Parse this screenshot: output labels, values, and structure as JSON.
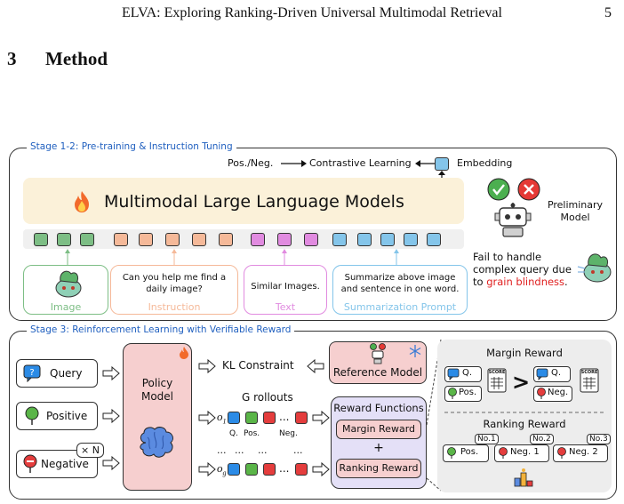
{
  "header": {
    "running_title": "ELVA: Exploring Ranking-Driven Universal Multimodal Retrieval",
    "page_number": "5"
  },
  "section": {
    "number": "3",
    "title": "Method"
  },
  "figure": {
    "stage12": {
      "label": "Stage 1-2: Pre-training & Instruction Tuning",
      "pos_neg": "Pos./Neg.",
      "contrastive": "Contrastive Learning",
      "embedding": "Embedding",
      "mllm": "Multimodal Large Language Models",
      "preliminary_model": "Preliminary Model",
      "fail_line1": "Fail to handle",
      "fail_line2": "complex query due",
      "fail_line3_prefix": "to ",
      "fail_highlight": "grain blindness",
      "fail_suffix": ".",
      "image_caption": "Image",
      "instruction_text": "Can you help me find a daily image?",
      "instruction_caption": "Instruction",
      "text_body": "Similar Images.",
      "text_caption": "Text",
      "summary_text": "Summarize above image and sentence in one word.",
      "summary_caption": "Summarization Prompt",
      "colors": {
        "image": "#7dbe85",
        "instruction": "#f5b999",
        "text": "#e18be0",
        "summary": "#84c5ea",
        "fire": "#f26a2b",
        "highlight": "#e02020"
      }
    },
    "stage3": {
      "label": "Stage 3: Reinforcement Learning with Verifiable Reward",
      "query": "Query",
      "positive": "Positive",
      "negative": "Negative",
      "times_n": "× N",
      "policy_model": "Policy Model",
      "kl_constraint": "KL Constraint",
      "reference_model": "Reference Model",
      "g_rollouts": "G rollouts",
      "o1": "o",
      "o1_sub": "1",
      "og": "o",
      "og_sub": "g",
      "rollout_labels": [
        "Q.",
        "Pos.",
        "Neg."
      ],
      "ellipsis": "...",
      "dots_row": [
        "...",
        "...",
        "...",
        "..."
      ],
      "reward_functions": "Reward Functions",
      "margin_reward": "Margin Reward",
      "ranking_reward": "Ranking Reward",
      "plus": "+",
      "margin_title": "Margin Reward",
      "q_label": "Q.",
      "pos_label": "Pos.",
      "neg_label": "Neg.",
      "score": "SCORE",
      "greater": ">",
      "ranking_title": "Ranking Reward",
      "ranks": [
        {
          "tag": "No.1",
          "label": "Pos."
        },
        {
          "tag": "No.2",
          "label": "Neg. 1"
        },
        {
          "tag": "No.3",
          "label": "Neg. 2"
        }
      ],
      "colors": {
        "blue": "#2b8be6",
        "green": "#5ab548",
        "red": "#e43d3d",
        "policy_bg": "#f6cfcf",
        "reward_bg": "#e4e0f7"
      }
    },
    "icons": [
      "fire-icon",
      "robot-icon",
      "check-icon",
      "cross-icon",
      "snowflake-icon",
      "brain-icon",
      "pokemon-icon",
      "score-board-icon",
      "podium-icon"
    ]
  }
}
